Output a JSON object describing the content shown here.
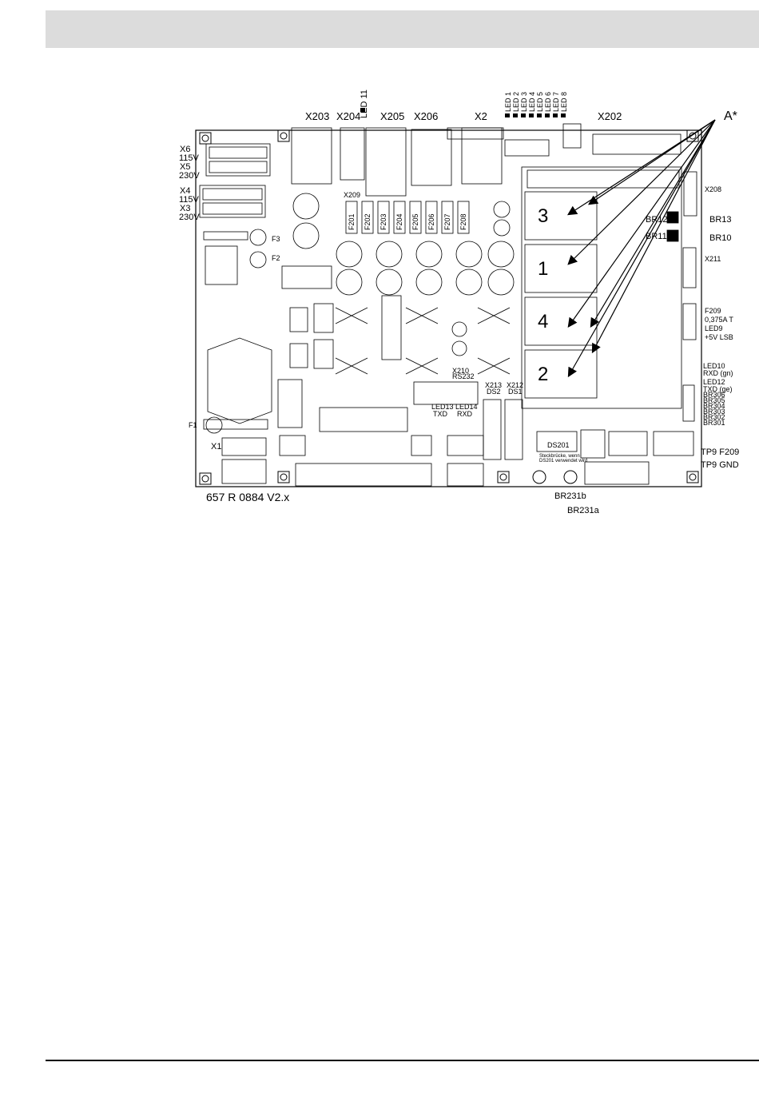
{
  "board": {
    "caption": "657 R 0884 V2.x",
    "callout": "A*",
    "connectors_top": [
      "X203",
      "X204",
      "X205",
      "X206",
      "X2",
      "X202"
    ],
    "led11": "LED 11",
    "led_strip": [
      "LED 1",
      "LED 2",
      "LED 3",
      "LED 4",
      "LED 5",
      "LED 6",
      "LED 7",
      "LED 8"
    ],
    "left_labels": [
      {
        "name": "X6",
        "volt": "115V"
      },
      {
        "name": "X5",
        "volt": "230V"
      },
      {
        "name": "X4",
        "volt": "115V"
      },
      {
        "name": "X3",
        "volt": "230V"
      }
    ],
    "fuses": [
      "F3",
      "F2",
      "F1"
    ],
    "x1": "X1",
    "x209": "X209",
    "fuse_row": [
      "F201",
      "F202",
      "F203",
      "F204",
      "F205",
      "F206",
      "F207",
      "F208"
    ],
    "modules": [
      "3",
      "1",
      "4",
      "2"
    ],
    "right_labels": {
      "x208": "X208",
      "br12": "BR12",
      "br13": "BR13",
      "br11": "BR11",
      "br10": "BR10",
      "x211": "X211",
      "f209": "F209",
      "f209_val": "0,375A T",
      "led9": "LED9",
      "led9_sub": "+5V LSB",
      "led10": "LED10",
      "led10_sub": "RXD (gn)",
      "led12": "LED12",
      "led12_sub": "TXD (ge)",
      "br_list": [
        "BR306",
        "BR305",
        "BR304",
        "BR303",
        "BR302",
        "BR301"
      ],
      "tp9_f209": "TP9 F209",
      "tp9_gnd": "TP9 GND"
    },
    "x210": "X210",
    "rs232": "RS232",
    "led13": "LED13",
    "led13_sub": "TXD",
    "led14": "LED14",
    "led14_sub": "RXD",
    "x213": "X213",
    "ds2": "DS2",
    "x212": "X212",
    "ds1": "DS1",
    "ds201": "DS201",
    "ds201_note_1": "Steckbrücke, wenn",
    "ds201_note_2": "DS201 verwendet wird",
    "br231b": "BR231b",
    "br231a": "BR231a"
  }
}
